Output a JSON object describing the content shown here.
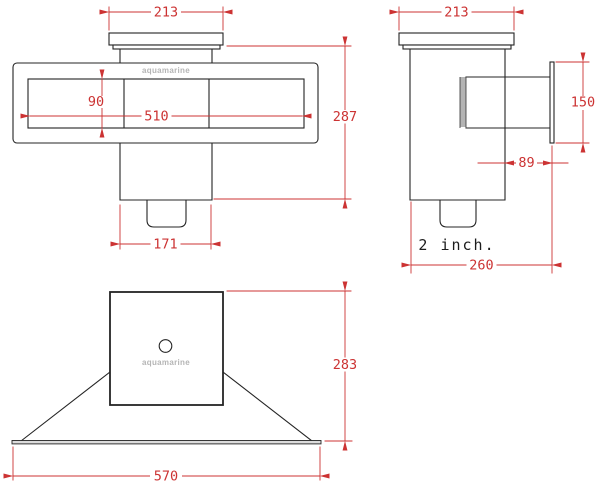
{
  "colors": {
    "dim": "#cc3333",
    "line": "#242424",
    "brand": "#b5b5b5",
    "band-fill": "#dcdcdc",
    "bg": "#ffffff"
  },
  "brand": {
    "label": "aquamarine"
  },
  "views": {
    "front": {
      "dims": {
        "flange_width": "213",
        "opening_height": "90",
        "opening_width": "510",
        "overall_height": "287",
        "body_width": "171"
      }
    },
    "side": {
      "dims": {
        "flange_width": "213",
        "faceplate_height": "150",
        "wall_offset": "89",
        "overall_depth": "260"
      },
      "pipe_label": "2 inch."
    },
    "bottom": {
      "dims": {
        "overall_height": "283",
        "base_width": "570"
      }
    }
  }
}
